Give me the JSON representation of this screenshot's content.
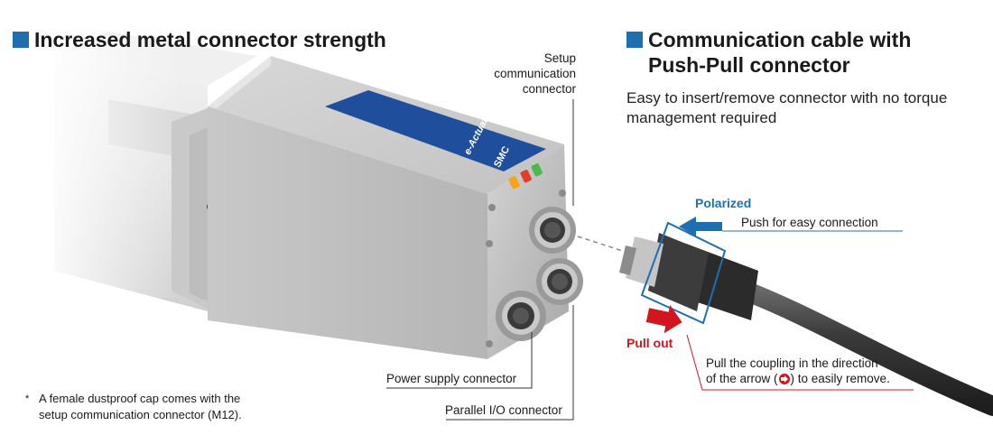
{
  "left": {
    "heading": "Increased metal connector strength",
    "note_mark": "*",
    "note_line1": "A female dustproof cap comes with the",
    "note_line2": "setup communication connector (M12).",
    "product_logo_text": "e-Actuator",
    "brand_logo_text": "SMC"
  },
  "labels": {
    "setup_line1": "Setup",
    "setup_line2": "communication",
    "setup_line3": "connector",
    "power_supply": "Power supply connector",
    "parallel_io": "Parallel I/O connector"
  },
  "right": {
    "heading": "Communication cable with\nPush-Pull connector",
    "subtitle_line1": "Easy to insert/remove connector with no torque",
    "subtitle_line2": "management required",
    "polarized": "Polarized",
    "push": "Push for easy connection",
    "pull_out": "Pull out",
    "pull_line1": "Pull the coupling in the direction",
    "pull_line2_a": "of the arrow (",
    "pull_line2_b": ") to easily remove."
  },
  "colors": {
    "accent_blue": "#1e6fb0",
    "red": "#d3151f",
    "label_blue": "#2a6eb0"
  }
}
